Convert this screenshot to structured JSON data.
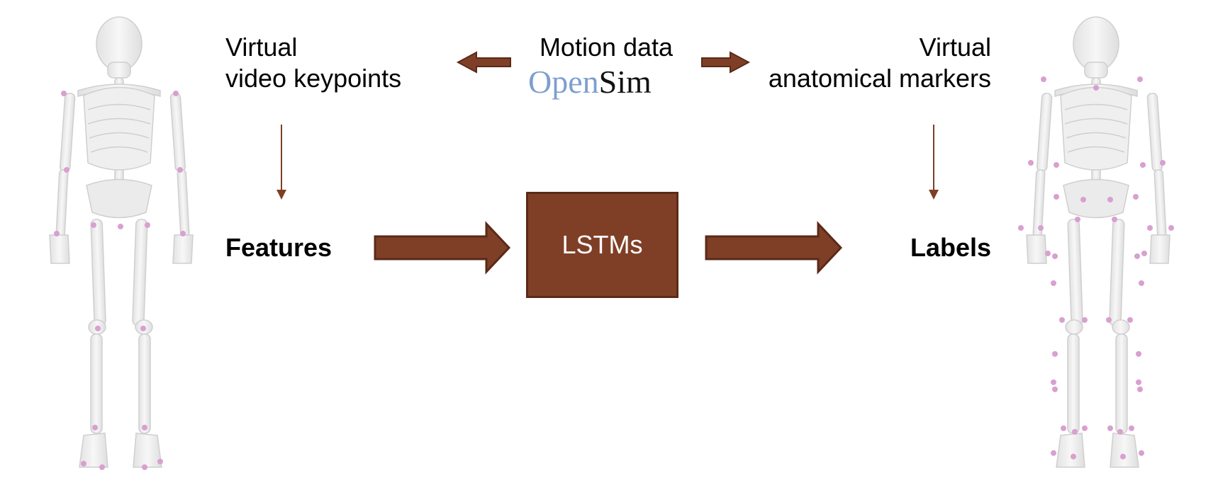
{
  "labels": {
    "virtual_video_keypoints_line1": "Virtual",
    "virtual_video_keypoints_line2": "video keypoints",
    "motion_data": "Motion data",
    "virtual_markers_line1": "Virtual",
    "virtual_markers_line2": "anatomical markers",
    "features": "Features",
    "lstms": "LSTMs",
    "labels": "Labels"
  },
  "logo": {
    "opensim_open": "Open",
    "opensim_sim": "Sim"
  },
  "colors": {
    "arrow_fill": "#7f3f26",
    "arrow_stroke": "#5a2a17",
    "bone": "#e6e6e6",
    "bone_outline": "#cfcfcf",
    "marker": "#d9a0cf"
  },
  "icons": {
    "left_skeleton": "skeleton-with-keypoints",
    "right_skeleton": "skeleton-with-markers"
  }
}
